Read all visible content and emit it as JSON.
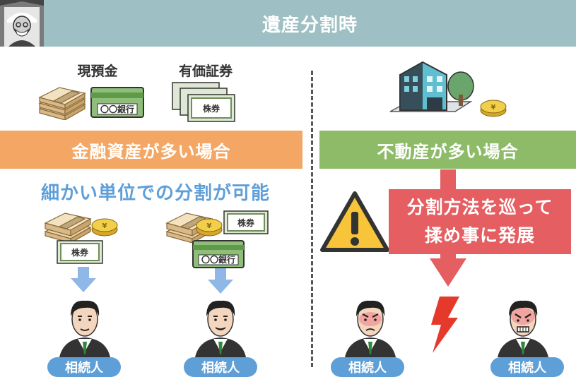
{
  "header": {
    "title": "遺産分割時"
  },
  "assets": {
    "cash_label": "現預金",
    "securities_label": "有価証券"
  },
  "bands": {
    "financial": "金融資産が多い場合",
    "real_estate": "不動産が多い場合"
  },
  "financial_note": "細かい単位での分割が可能",
  "dispute": {
    "line1": "分割方法を巡って",
    "line2": "揉め事に発展"
  },
  "cards": {
    "bankbook_text": "〇〇銀行",
    "stock_text": "株券",
    "yen_symbol": "¥"
  },
  "heirs": {
    "label": "相続人"
  },
  "colors": {
    "header_bg": "#9ebfc3",
    "financial_band": "#f4a764",
    "real_estate_band": "#8dbb68",
    "note_text": "#5f9fd8",
    "dispute_box": "#e45e62",
    "heir_pill": "#5f9fd8",
    "arrow_blue": "#8fb8e8",
    "arrow_red": "#e45e62"
  }
}
